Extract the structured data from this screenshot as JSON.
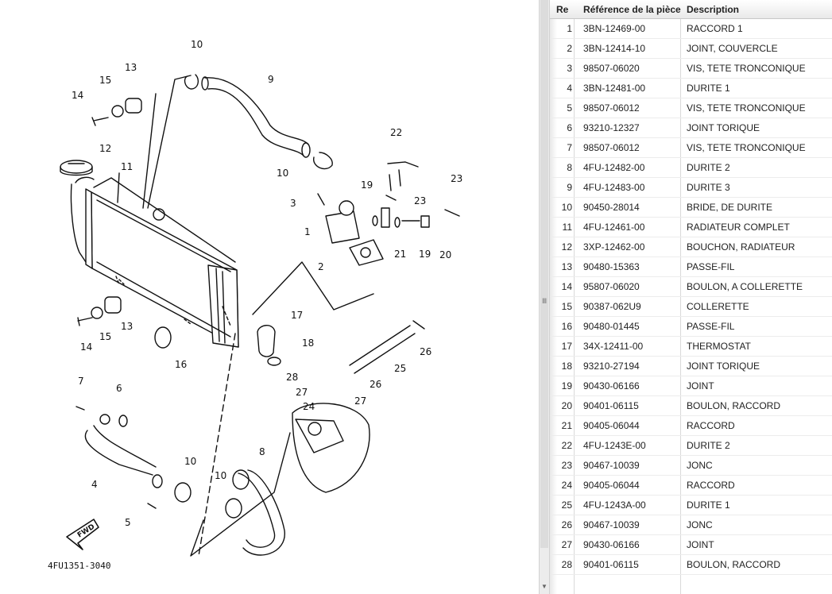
{
  "diagram": {
    "code": "4FU1351-3040",
    "fwd_label": "FWD",
    "callouts": [
      "1",
      "2",
      "3",
      "4",
      "5",
      "6",
      "7",
      "8",
      "9",
      "10",
      "10",
      "10",
      "10",
      "11",
      "12",
      "13",
      "13",
      "14",
      "14",
      "15",
      "15",
      "16",
      "17",
      "18",
      "19",
      "19",
      "20",
      "21",
      "22",
      "23",
      "23",
      "24",
      "25",
      "26",
      "26",
      "27",
      "27",
      "28"
    ]
  },
  "table": {
    "headers": [
      "Re",
      "Référence de la pièce",
      "Description"
    ],
    "rows": [
      {
        "num": "1",
        "ref": "3BN-12469-00",
        "desc": "RACCORD 1"
      },
      {
        "num": "2",
        "ref": "3BN-12414-10",
        "desc": "JOINT, COUVERCLE"
      },
      {
        "num": "3",
        "ref": "98507-06020",
        "desc": "VIS, TETE TRONCONIQUE"
      },
      {
        "num": "4",
        "ref": "3BN-12481-00",
        "desc": "DURITE 1"
      },
      {
        "num": "5",
        "ref": "98507-06012",
        "desc": "VIS, TETE TRONCONIQUE"
      },
      {
        "num": "6",
        "ref": "93210-12327",
        "desc": "JOINT TORIQUE"
      },
      {
        "num": "7",
        "ref": "98507-06012",
        "desc": "VIS, TETE TRONCONIQUE"
      },
      {
        "num": "8",
        "ref": "4FU-12482-00",
        "desc": "DURITE 2"
      },
      {
        "num": "9",
        "ref": "4FU-12483-00",
        "desc": "DURITE 3"
      },
      {
        "num": "10",
        "ref": "90450-28014",
        "desc": "BRIDE, DE DURITE"
      },
      {
        "num": "11",
        "ref": "4FU-12461-00",
        "desc": "RADIATEUR COMPLET"
      },
      {
        "num": "12",
        "ref": "3XP-12462-00",
        "desc": "BOUCHON, RADIATEUR"
      },
      {
        "num": "13",
        "ref": "90480-15363",
        "desc": "PASSE-FIL"
      },
      {
        "num": "14",
        "ref": "95807-06020",
        "desc": "BOULON, A COLLERETTE"
      },
      {
        "num": "15",
        "ref": "90387-062U9",
        "desc": "COLLERETTE"
      },
      {
        "num": "16",
        "ref": "90480-01445",
        "desc": "PASSE-FIL"
      },
      {
        "num": "17",
        "ref": "34X-12411-00",
        "desc": "THERMOSTAT"
      },
      {
        "num": "18",
        "ref": "93210-27194",
        "desc": "JOINT TORIQUE"
      },
      {
        "num": "19",
        "ref": "90430-06166",
        "desc": "JOINT"
      },
      {
        "num": "20",
        "ref": "90401-06115",
        "desc": "BOULON, RACCORD"
      },
      {
        "num": "21",
        "ref": "90405-06044",
        "desc": "RACCORD"
      },
      {
        "num": "22",
        "ref": "4FU-1243E-00",
        "desc": "DURITE 2"
      },
      {
        "num": "23",
        "ref": "90467-10039",
        "desc": "JONC"
      },
      {
        "num": "24",
        "ref": "90405-06044",
        "desc": "RACCORD"
      },
      {
        "num": "25",
        "ref": "4FU-1243A-00",
        "desc": "DURITE 1"
      },
      {
        "num": "26",
        "ref": "90467-10039",
        "desc": "JONC"
      },
      {
        "num": "27",
        "ref": "90430-06166",
        "desc": "JOINT"
      },
      {
        "num": "28",
        "ref": "90401-06115",
        "desc": "BOULON, RACCORD"
      }
    ]
  }
}
